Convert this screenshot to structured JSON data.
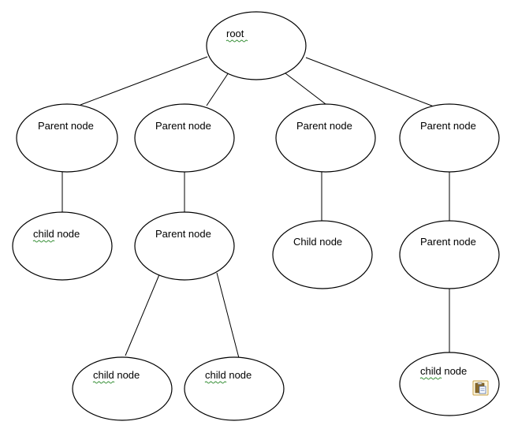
{
  "nodes": {
    "root": {
      "label": "root"
    },
    "parent_1": {
      "label": "Parent node"
    },
    "parent_2": {
      "label": "Parent node"
    },
    "parent_3": {
      "label": "Parent node"
    },
    "parent_4": {
      "label": "Parent node"
    },
    "child_1": {
      "label": "child node"
    },
    "parent_2_1": {
      "label": "Parent node"
    },
    "child_3": {
      "label": "Child node"
    },
    "parent_4_1": {
      "label": "Parent node"
    },
    "child_2_1a": {
      "label": "child node"
    },
    "child_2_1b": {
      "label": "child node"
    },
    "child_4_1": {
      "label": "child node"
    }
  },
  "edges": [
    {
      "from": "root",
      "to": "parent_1"
    },
    {
      "from": "root",
      "to": "parent_2"
    },
    {
      "from": "root",
      "to": "parent_3"
    },
    {
      "from": "root",
      "to": "parent_4"
    },
    {
      "from": "parent_1",
      "to": "child_1"
    },
    {
      "from": "parent_2",
      "to": "parent_2_1"
    },
    {
      "from": "parent_3",
      "to": "child_3"
    },
    {
      "from": "parent_4",
      "to": "parent_4_1"
    },
    {
      "from": "parent_2_1",
      "to": "child_2_1a"
    },
    {
      "from": "parent_2_1",
      "to": "child_2_1b"
    },
    {
      "from": "parent_4_1",
      "to": "child_4_1"
    }
  ],
  "icons": {
    "paste_options": "clipboard-paste-icon"
  },
  "colors": {
    "stroke": "#000000",
    "background": "#ffffff",
    "spellcheck_squiggle": "#2e8b2e",
    "paste_icon_accent": "#c9a24a"
  }
}
